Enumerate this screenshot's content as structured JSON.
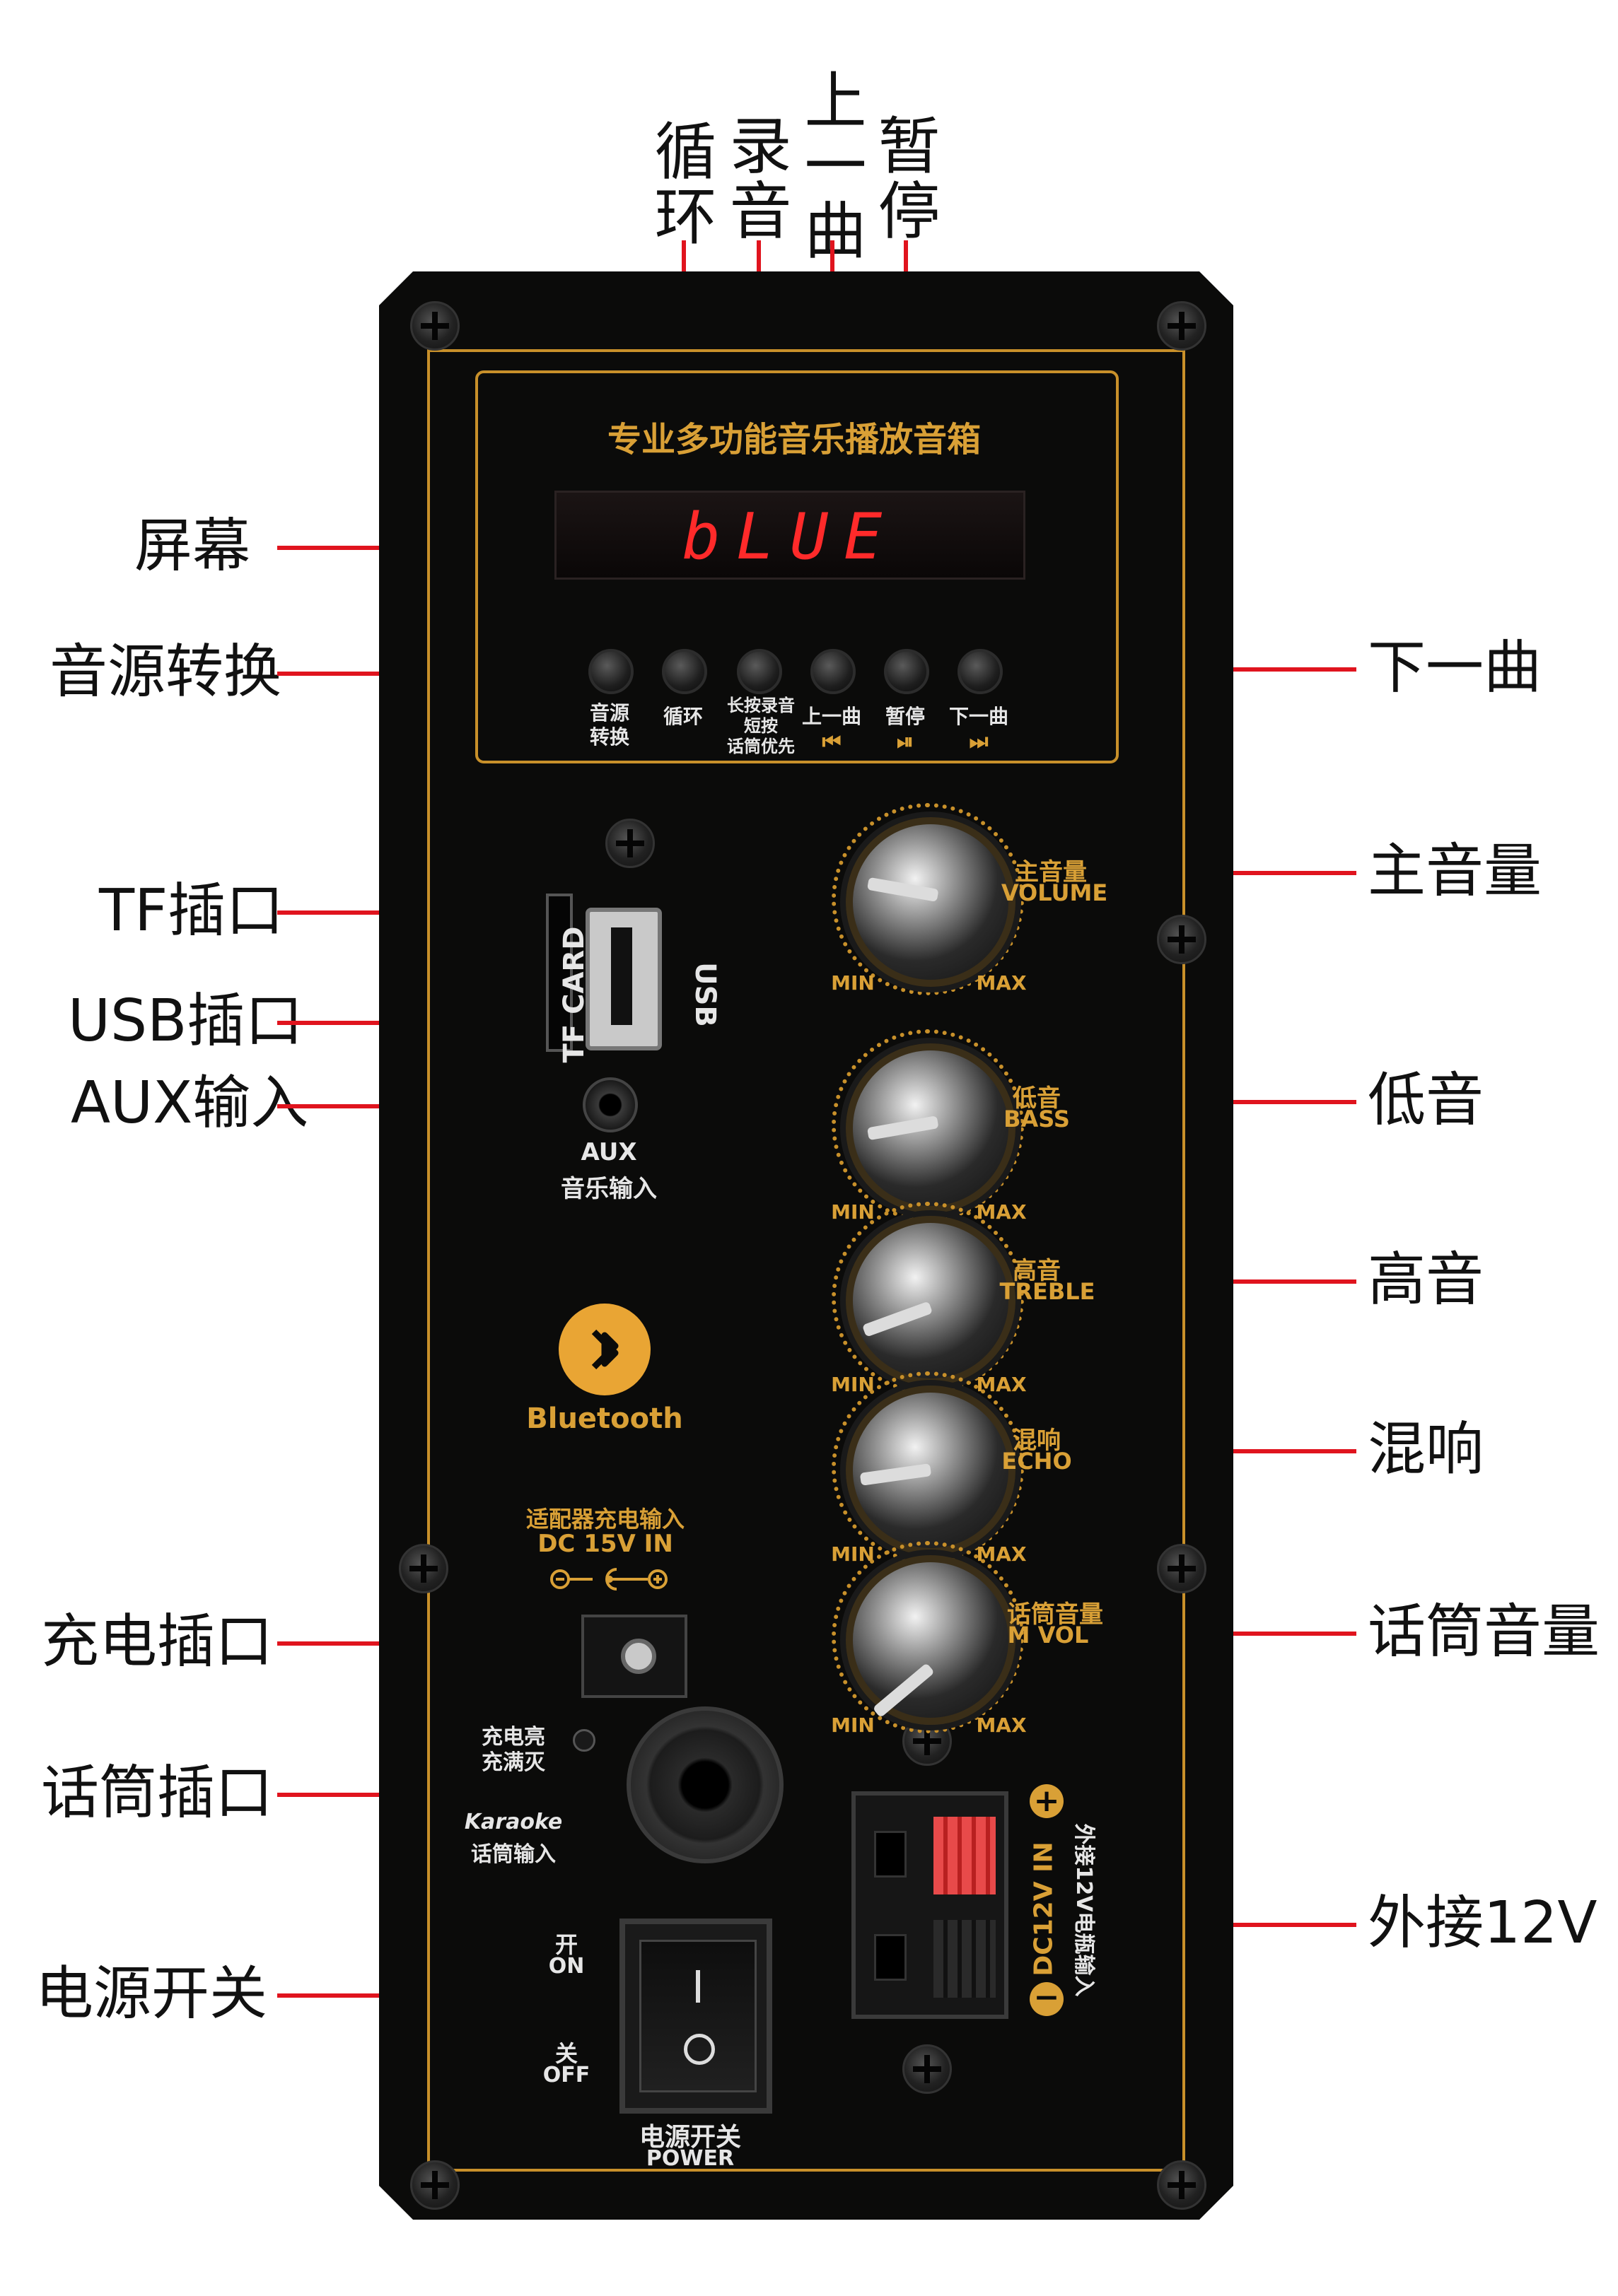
{
  "callouts": {
    "loop": "循环",
    "record": "录音",
    "prev": "上一曲",
    "pause": "暂停",
    "screen": "屏幕",
    "source": "音源转换",
    "next": "下一曲",
    "tf": "TF插口",
    "usb": "USB插口",
    "aux": "AUX输入",
    "volume": "主音量",
    "bass": "低音",
    "treble": "高音",
    "echo": "混响",
    "mic_vol": "话筒音量",
    "charge_port": "充电插口",
    "mic_port": "话筒插口",
    "power_switch": "电源开关",
    "ext12v": "外接12V"
  },
  "panel": {
    "title": "专业多功能音乐播放音箱",
    "display_text": "bLUE",
    "buttons": {
      "source": "音源\n转换",
      "loop": "循环",
      "record": "长按录音\n短按\n话筒优先",
      "prev": "上一曲",
      "prev_symbol": "⏮",
      "pause": "暂停",
      "pause_symbol": "⏯",
      "next": "下一曲",
      "next_symbol": "⏭"
    },
    "tf_label": "TF CARD",
    "usb_label": "USB",
    "aux_label": "AUX",
    "aux_sub": "音乐输入",
    "bluetooth_label": "Bluetooth",
    "knobs": {
      "volume_cn": "主音量",
      "volume_en": "VOLUME",
      "bass_cn": "低音",
      "bass_en": "BASS",
      "treble_cn": "高音",
      "treble_en": "TREBLE",
      "echo_cn": "混响",
      "echo_en": "ECHO",
      "mvol_cn": "话筒音量",
      "mvol_en": "M VOL",
      "min": "MIN",
      "max": "MAX"
    },
    "dc_label_cn": "适配器充电输入",
    "dc_label_en": "DC 15V IN",
    "charge_led_1": "充电亮",
    "charge_led_2": "充满灭",
    "karaoke": "Karaoke",
    "mic_input": "话筒输入",
    "switch_on_cn": "开",
    "switch_on_en": "ON",
    "switch_off_cn": "关",
    "switch_off_en": "OFF",
    "power_cn": "电源开关",
    "power_en": "POWER",
    "dc12_label": "DC12V IN",
    "dc12_sub": "外接12V电瓶输入",
    "plus": "+",
    "minus": "−"
  },
  "colors": {
    "accent_gold": "#c8902a",
    "leader_red": "#e0141e",
    "display_red": "#ff2a2a"
  }
}
